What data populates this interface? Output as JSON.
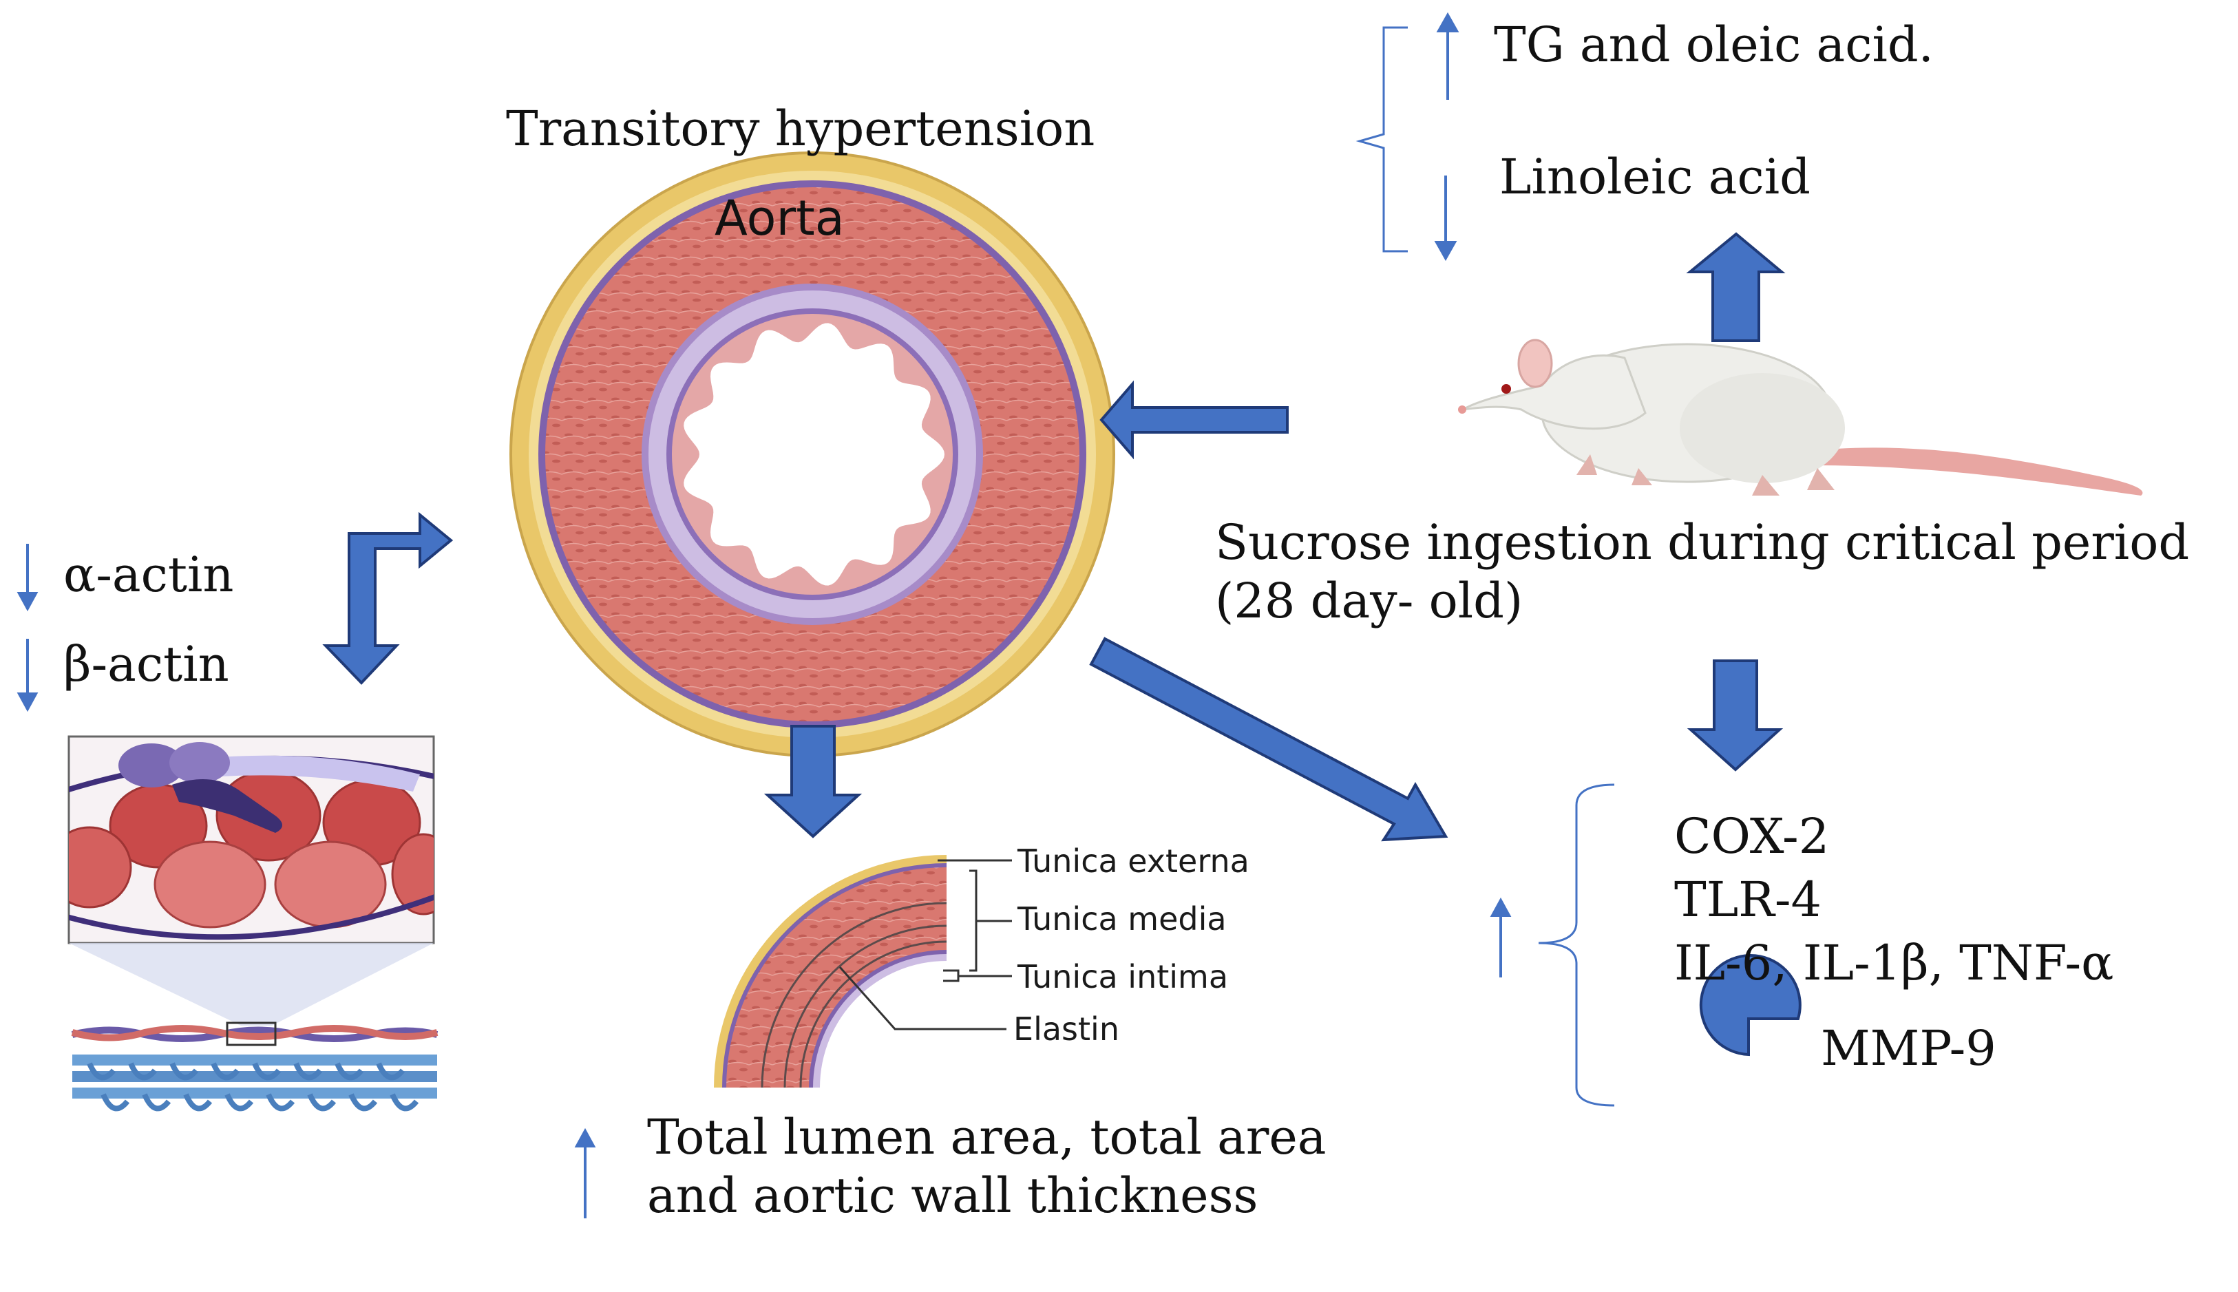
{
  "colors": {
    "arrow_fill": "#4472c4",
    "arrow_stroke": "#1f3a78",
    "thin_arrow": "#4472c4",
    "adventitia": "#e8c766",
    "media": "#d9766e",
    "intima_band": "#c8b7e0",
    "membrane": "#7b5fa8"
  },
  "icons": [
    "up-arrow-icon",
    "down-arrow-icon",
    "block-arrow-icon",
    "rat-illustration",
    "aorta-cross-section-illustration",
    "muscle-cell-illustration",
    "pie-chart-icon"
  ],
  "labels": {
    "transitory": "Transitory hypertension",
    "aorta": "Aorta",
    "tg": "TG and oleic acid.",
    "linoleic": "Linoleic acid",
    "sucrose": "Sucrose ingestion during critical period (28 day- old)",
    "alpha": "α-actin",
    "beta": "β-actin",
    "tunica_externa": "Tunica externa",
    "tunica_media": "Tunica media",
    "tunica_intima": "Tunica intima",
    "elastin": "Elastin",
    "lumen": "Total lumen area, total area and aortic wall thickness",
    "cox2": "COX-2",
    "tlr4": "TLR-4",
    "il": "IL-6, IL-1β, TNF-α",
    "mmp9": "MMP-9"
  }
}
